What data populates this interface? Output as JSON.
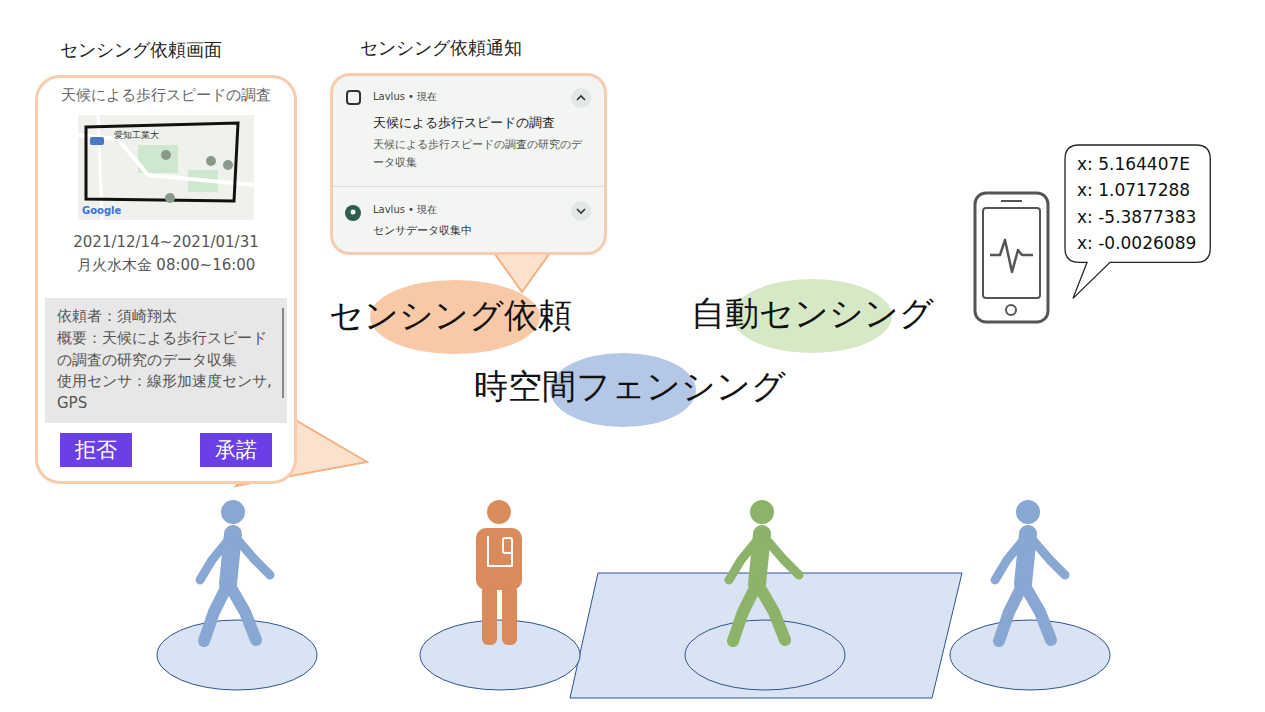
{
  "diagram": {
    "nodes": [
      {
        "text": [
          "センシング依頼画面",
          "天候による歩行スピードの調査",
          "2021/12/14~2021/01/31",
          "月火水木金 08:00~16:00"
        ]
      },
      {
        "text": [
          "依頼者：須崎翔太",
          "概要：天候による歩行スピードの調査の研究のデータ収集",
          "使用センサ：線形加速度センサ, GPS"
        ],
        "in": 0
      },
      {
        "text": [
          "拒否"
        ],
        "in": 0
      },
      {
        "text": [
          "承諾"
        ],
        "in": 0
      },
      {
        "text": [
          "センシング依頼通知"
        ]
      },
      {
        "text": [
          "Lavlus • 現在",
          "天候による歩行スピードの調査",
          "天候による歩行スピードの調査の研究のデータ収集"
        ],
        "in": 4
      },
      {
        "text": [
          "Lavlus • 現在",
          "センサデータ収集中"
        ],
        "in": 4
      },
      {
        "text": [
          "センシング依頼"
        ]
      },
      {
        "text": [
          "自動センシング"
        ]
      },
      {
        "text": [
          "時空間フェンシング"
        ]
      },
      {
        "text": [
          "x: 5.164407E",
          "x: 1.0717288",
          "x: -5.3877383",
          "x: -0.0026089"
        ]
      }
    ],
    "labels": [
      "愛知工業大",
      "Google"
    ]
  }
}
